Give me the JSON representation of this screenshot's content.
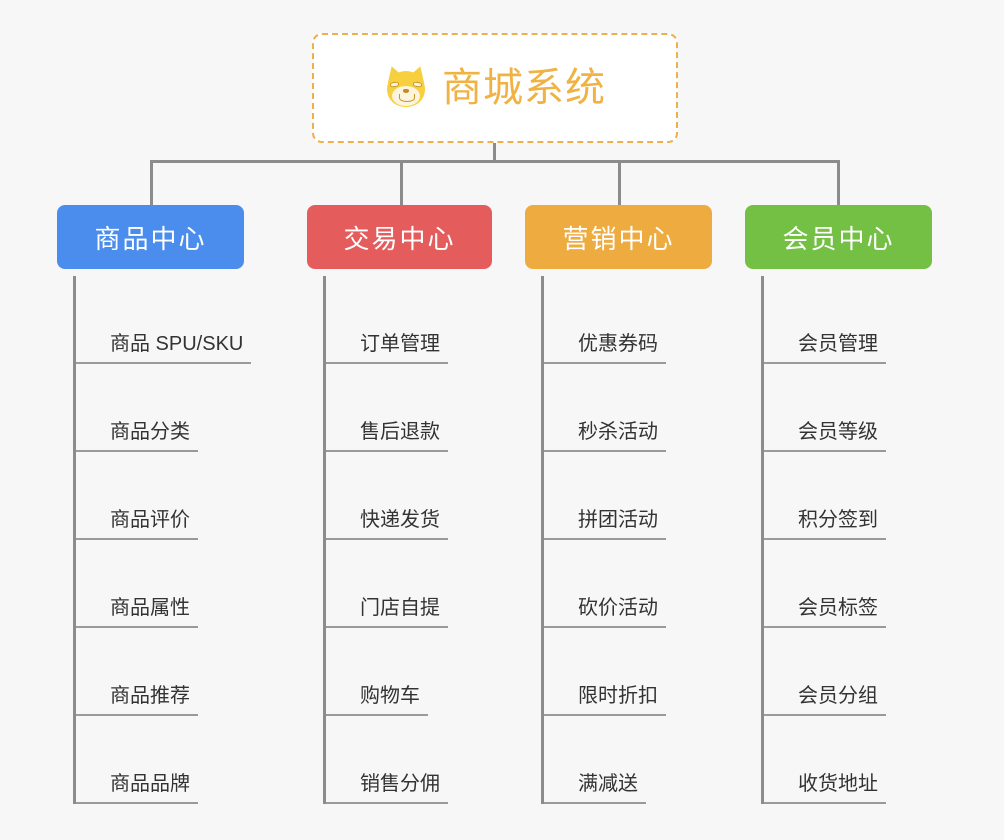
{
  "canvas": {
    "background_color": "#f7f7f7"
  },
  "root": {
    "title": "商城系统",
    "icon": "dog-face-icon",
    "text_color": "#f0b343",
    "border_color": "#eeb04a",
    "background_color": "#ffffff"
  },
  "connector": {
    "color": "#8c8c8c"
  },
  "columns": [
    {
      "id": "product-center",
      "label": "商品中心",
      "color": "#4a8ded",
      "items": [
        "商品 SPU/SKU",
        "商品分类",
        "商品评价",
        "商品属性",
        "商品推荐",
        "商品品牌"
      ]
    },
    {
      "id": "trade-center",
      "label": "交易中心",
      "color": "#e45d5c",
      "items": [
        "订单管理",
        "售后退款",
        "快递发货",
        "门店自提",
        "购物车",
        "销售分佣"
      ]
    },
    {
      "id": "marketing-center",
      "label": "营销中心",
      "color": "#edab40",
      "items": [
        "优惠券码",
        "秒杀活动",
        "拼团活动",
        "砍价活动",
        "限时折扣",
        "满减送"
      ]
    },
    {
      "id": "member-center",
      "label": "会员中心",
      "color": "#74c044",
      "items": [
        "会员管理",
        "会员等级",
        "积分签到",
        "会员标签",
        "会员分组",
        "收货地址"
      ]
    }
  ]
}
